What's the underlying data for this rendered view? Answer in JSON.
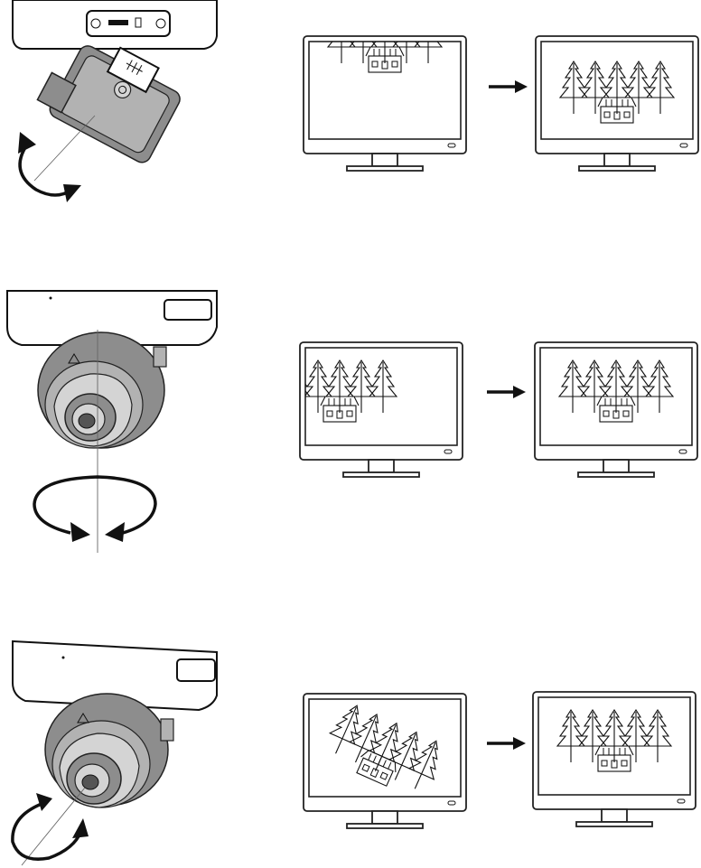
{
  "colors": {
    "background": "#ffffff",
    "line": "#111111",
    "camera_shell_dark": "#8d8d8d",
    "camera_shell_mid": "#b2b2b2"
  },
  "rows": [
    {
      "name": "tilt",
      "camera_icon": "camera-tilt-icon",
      "before": "scene-shifted-up",
      "after": "scene-centered"
    },
    {
      "name": "pan",
      "camera_icon": "camera-pan-icon",
      "before": "scene-shifted-left",
      "after": "scene-centered"
    },
    {
      "name": "rotate",
      "camera_icon": "camera-rotate-icon",
      "before": "scene-rotated",
      "after": "scene-centered"
    }
  ]
}
